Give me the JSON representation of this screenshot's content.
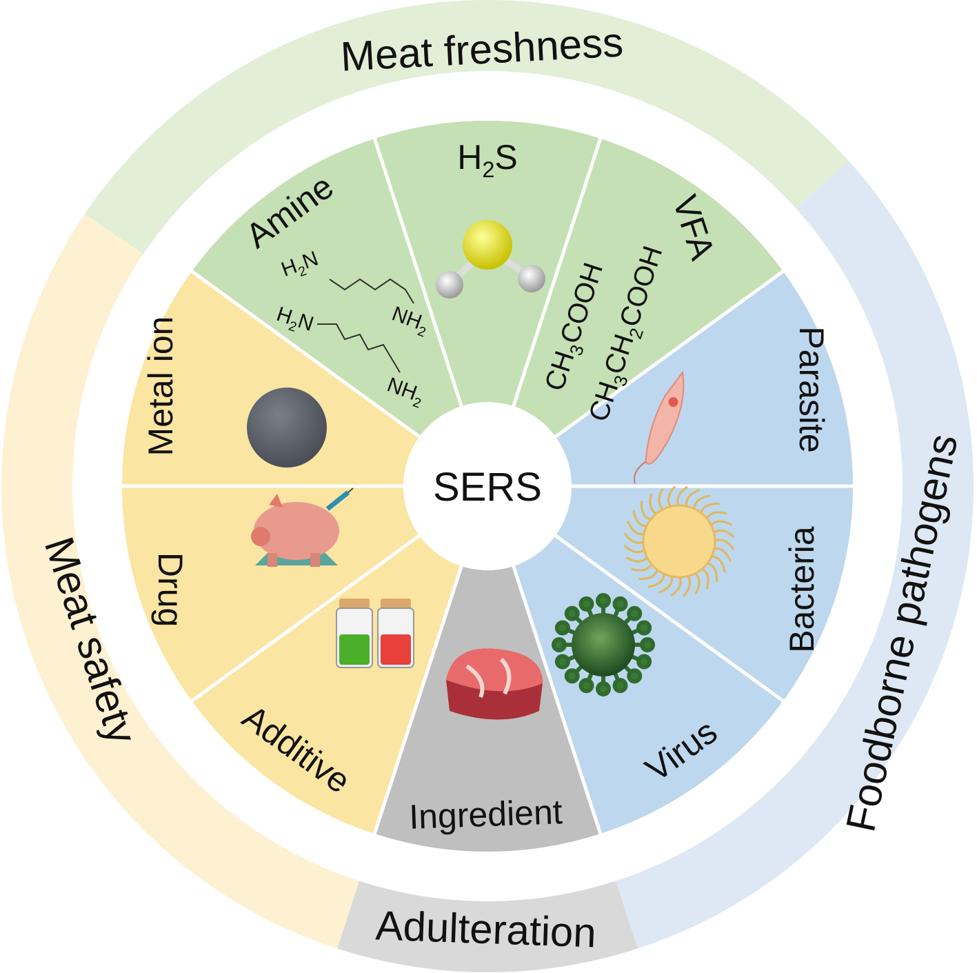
{
  "center": {
    "label": "SERS"
  },
  "outer_ring": [
    {
      "id": "freshness",
      "label": "Meat freshness",
      "color": "#e2eed6"
    },
    {
      "id": "pathogens",
      "label": "Foodborne pathogens",
      "color": "#dde8f4"
    },
    {
      "id": "adulteration",
      "label": "Adulteration",
      "color": "#d9d9d9"
    },
    {
      "id": "safety",
      "label": "Meat safety",
      "color": "#fdf1d2"
    }
  ],
  "wedges": [
    {
      "id": "h2s",
      "label_main": "H",
      "label_sub": "2",
      "label_tail": "S",
      "color": "#c5e0b4",
      "icon": "h2s-molecule-icon"
    },
    {
      "id": "vfa",
      "label": "VFA",
      "color": "#c5e0b4",
      "formula_1": {
        "a": "CH",
        "b": "3",
        "c": "COOH"
      },
      "formula_2": {
        "a": "CH",
        "b": "3",
        "c": "CH",
        "d": "2",
        "e": "COOH"
      }
    },
    {
      "id": "parasite",
      "label": "Parasite",
      "color": "#bdd7ee",
      "icon": "parasite-icon"
    },
    {
      "id": "bacteria",
      "label": "Bacteria",
      "color": "#bdd7ee",
      "icon": "bacteria-icon"
    },
    {
      "id": "virus",
      "label": "Virus",
      "color": "#bdd7ee",
      "icon": "virus-icon"
    },
    {
      "id": "ingredient",
      "label": "Ingredient",
      "color": "#bfbfbf",
      "icon": "meat-steak-icon"
    },
    {
      "id": "additive",
      "label": "Additive",
      "color": "#fbe5a3",
      "icon": "additive-jars-icon"
    },
    {
      "id": "drug",
      "label": "Drug",
      "color": "#fbe5a3",
      "icon": "pig-syringe-icon"
    },
    {
      "id": "metal",
      "label": "Metal ion",
      "color": "#fbe5a3",
      "icon": "metal-sphere-icon"
    },
    {
      "id": "amine",
      "label": "Amine",
      "color": "#c5e0b4",
      "h2n": {
        "a": "H",
        "b": "2",
        "c": "N"
      },
      "nh2": {
        "a": "NH",
        "b": "2"
      }
    }
  ]
}
